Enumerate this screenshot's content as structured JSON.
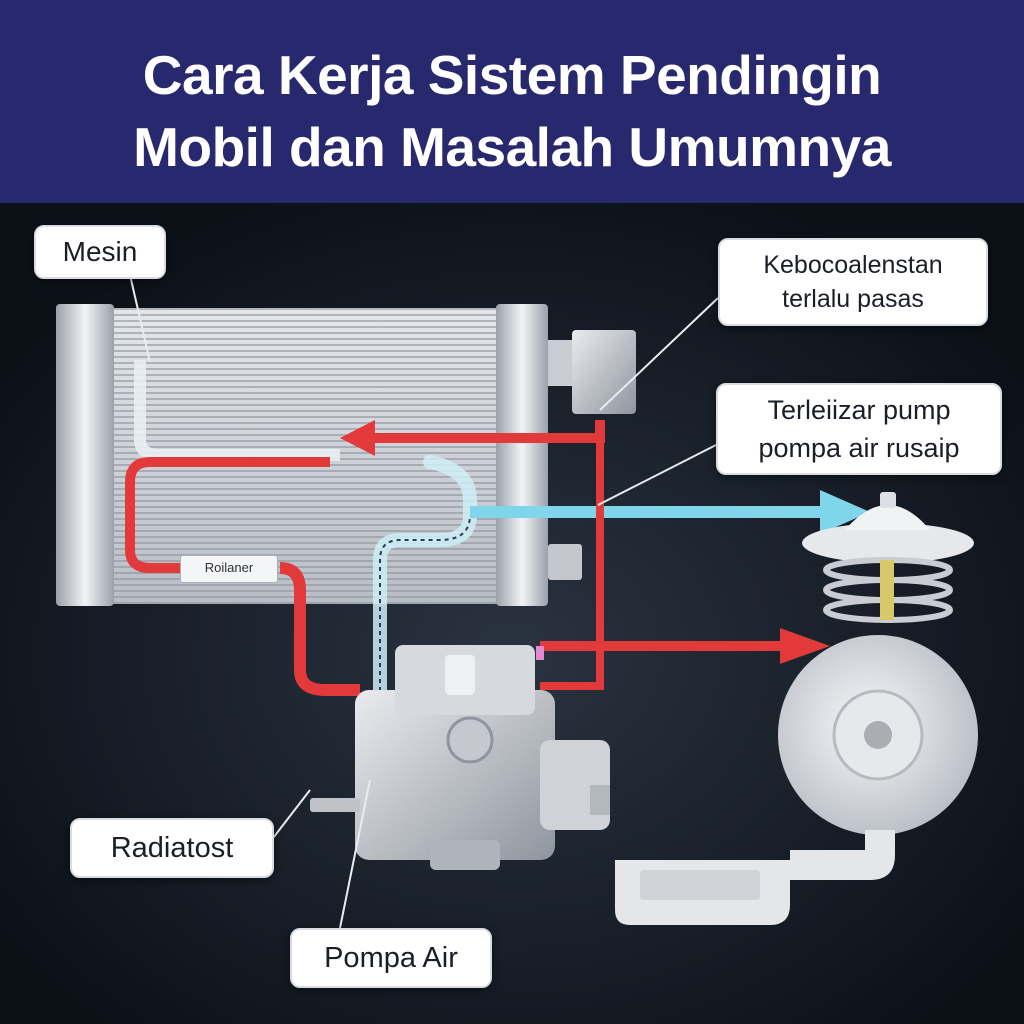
{
  "header": {
    "title_line1": "Cara Kerja Sistem Pendingin",
    "title_line2": "Mobil dan Masalah Umumnya",
    "background": "#28286e"
  },
  "labels": {
    "mesin": "Mesin",
    "kebocoran_line1": "Kebocoalenstan",
    "kebocoran_line2": "terlalu pasas",
    "pump_line1": "Terleiizar pump",
    "pump_line2": "pompa air rusaip",
    "radiator": "Radiatost",
    "pompa_air": "Pompa Air",
    "radiator_tag": "Roilaner"
  },
  "colors": {
    "hot_coolant": "#e23a3a",
    "cool_coolant": "#7fd6ea",
    "background": "#0f141c"
  },
  "icons": [
    "radiator-icon",
    "water-pump-icon",
    "thermostat-icon",
    "fan-pulley-icon",
    "engine-block-icon"
  ]
}
